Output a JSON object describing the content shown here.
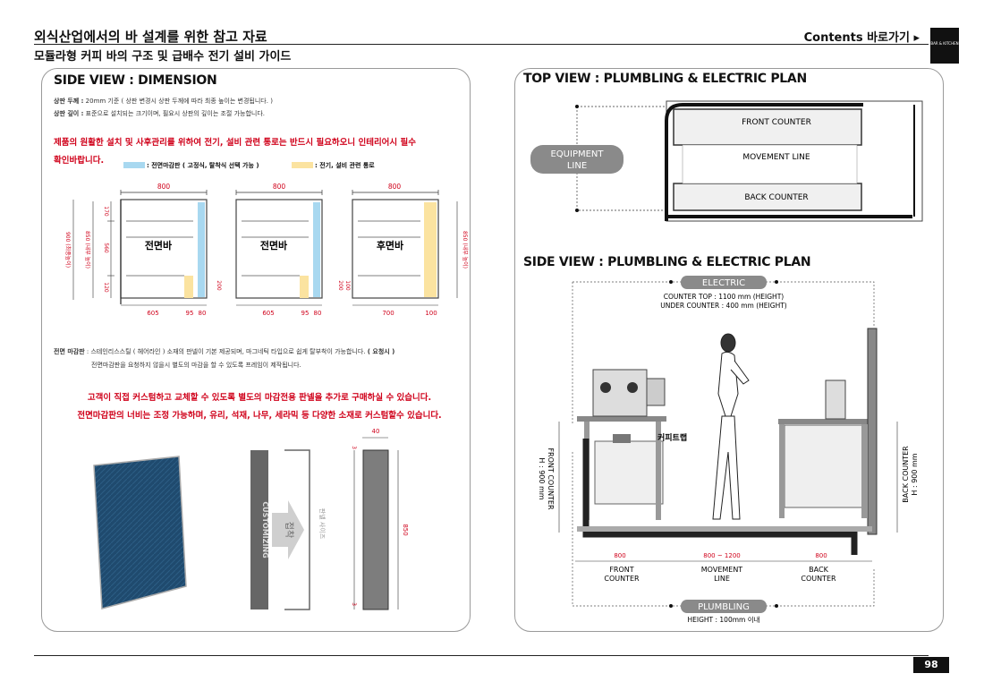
{
  "header": {
    "title": "외식산업에서의 바 설계를 위한 참고 자료",
    "subtitle": "모듈라형 커피 바의 구조 및 급배수 전기 설비 가이드",
    "contents_link": "Contents 바로가기 ▸",
    "logo_text": "BAR & KITCHEN"
  },
  "left": {
    "title": "SIDE VIEW : DIMENSION",
    "spec1_label": "상판 두께 :",
    "spec1_text": " 20mm 기준 ( 상판 변경시 상판 두께에 따라 최종 높이는 변경됩니다. )",
    "spec2_label": "상판 깊이 :",
    "spec2_text": " 표준으로 설치되는 크기이며, 필요시 상판의 깊이는 조절 가능합니다.",
    "warning_line1": "제품의 원활한 설치 및 사후관리를 위하여 전기, 설비 관련 통로는 반드시 필요하오니 인테리어시 필수",
    "warning_line2": "확인바랍니다.",
    "legend_blue": ": 전면마감판 ( 고정식, 탈착식 선택 가능 )",
    "legend_yellow": ": 전기, 설비 관련 통로",
    "diagrams": {
      "top_widths": [
        "800",
        "800",
        "800"
      ],
      "label_front": "전면바",
      "label_back": "후면바",
      "h_total": "900 (최종높이)",
      "h_inner": "850 (내부 높이)",
      "h_inner_right": "850 (내부 높이)",
      "seg_170": "170",
      "seg_560": "560",
      "seg_120": "120",
      "dim_200": "200",
      "dim_200b": "200",
      "dim_100": "100",
      "bottom_605": "605",
      "bottom_95": "95",
      "bottom_80": "80",
      "bottom_605b": "605",
      "bottom_95b": "95",
      "bottom_80b": "80",
      "bottom_700": "700",
      "bottom_100": "100"
    },
    "finish_label": "전면 마감판",
    "finish_text1": " : 스테인리스스틸 ( 헤어라인 ) 소재의 판넬이 기본 제공되며, 마그네틱 타입으로 쉽게 탈부착이 가능합니다. ",
    "finish_bold": "( 요청시 )",
    "finish_text2": "전면마감판을 요청하지 않을시 별도의 마감을 할 수 있도록 프레임이 제작됩니다.",
    "custom_line1": "고객이 직접 커스텀하고 교체할 수 있도록 별도의 마감전용 판넬을 추가로 구매하실 수 있습니다.",
    "custom_line2": "전면마감판의 너비는 조정 가능하며, 유리, 석재, 나무, 세라믹 등 다양한 소재로 커스텀할수 있습니다.",
    "customizing": "CUSTOMIZING",
    "attach": "접착",
    "panel_note": "판넬 사이즈",
    "dim_40": "40",
    "dim_850": "850",
    "dim_3a": "3",
    "dim_3b": "3"
  },
  "right": {
    "top_title": "TOP VIEW : PLUMBLING & ELECTRIC PLAN",
    "front_counter": "FRONT COUNTER",
    "movement_line": "MOVEMENT LINE",
    "back_counter": "BACK COUNTER",
    "equipment_line1": "EQUIPMENT",
    "equipment_line2": "LINE",
    "side_title": "SIDE VIEW : PLUMBLING & ELECTRIC PLAN",
    "electric": "ELECTRIC",
    "counter_top": "COUNTER TOP : 1100 mm  (HEIGHT)",
    "under_counter": "UNDER COUNTER : 400 mm  (HEIGHT)",
    "coffee_trap": "커피트랩",
    "front_counter_h1": "FRONT COUNTER",
    "front_counter_h2": "H : 900 mm",
    "back_counter_h1": "BACK COUNTER",
    "back_counter_h2": "H : 900 mm",
    "dim_800a": "800",
    "dim_mid": "800 ~ 1200",
    "dim_800b": "800",
    "lbl_front1": "FRONT",
    "lbl_front2": "COUNTER",
    "lbl_move1": "MOVEMENT",
    "lbl_move2": "LINE",
    "lbl_back1": "BACK",
    "lbl_back2": "COUNTER",
    "plumbing": "PLUMBLING",
    "plumbing_height": "HEIGHT : 100mm 이내"
  },
  "footer": {
    "page": "98"
  },
  "colors": {
    "accent_red": "#d0021b",
    "panel_blue": "#a8d8f0",
    "channel_yellow": "#fbe3a0",
    "dim_red": "#d0021b"
  }
}
